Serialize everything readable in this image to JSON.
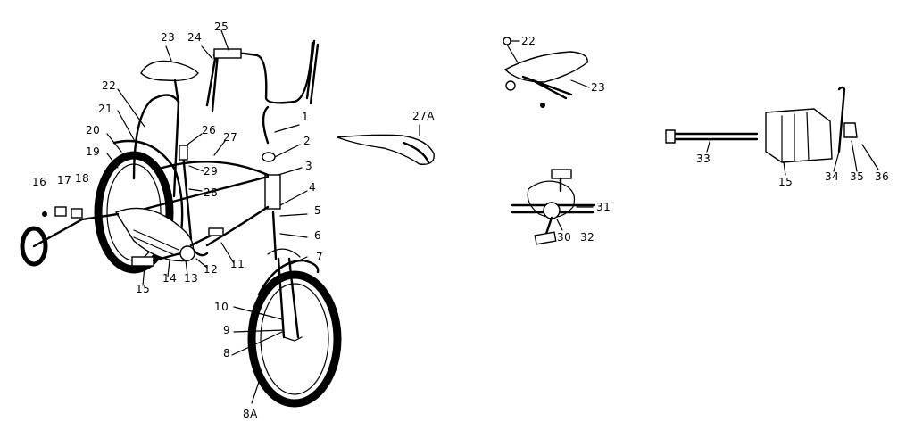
{
  "figure": {
    "colors": {
      "ink": "#000000",
      "paper": "#ffffff"
    },
    "labels": [
      {
        "id": "p1",
        "text": "1"
      },
      {
        "id": "p2",
        "text": "2"
      },
      {
        "id": "p3",
        "text": "3"
      },
      {
        "id": "p4",
        "text": "4"
      },
      {
        "id": "p5",
        "text": "5"
      },
      {
        "id": "p6",
        "text": "6"
      },
      {
        "id": "p7",
        "text": "7"
      },
      {
        "id": "p8",
        "text": "8"
      },
      {
        "id": "p8a",
        "text": "8A"
      },
      {
        "id": "p9",
        "text": "9"
      },
      {
        "id": "p10",
        "text": "10"
      },
      {
        "id": "p11",
        "text": "11"
      },
      {
        "id": "p12",
        "text": "12"
      },
      {
        "id": "p13",
        "text": "13"
      },
      {
        "id": "p14",
        "text": "14"
      },
      {
        "id": "p15",
        "text": "15"
      },
      {
        "id": "p16",
        "text": "16"
      },
      {
        "id": "p17",
        "text": "17"
      },
      {
        "id": "p18",
        "text": "18"
      },
      {
        "id": "p19",
        "text": "19"
      },
      {
        "id": "p20",
        "text": "20"
      },
      {
        "id": "p21",
        "text": "21"
      },
      {
        "id": "p22",
        "text": "22"
      },
      {
        "id": "p23",
        "text": "23"
      },
      {
        "id": "p24",
        "text": "24"
      },
      {
        "id": "p25",
        "text": "25"
      },
      {
        "id": "p26",
        "text": "26"
      },
      {
        "id": "p27",
        "text": "27"
      },
      {
        "id": "p28",
        "text": "28"
      },
      {
        "id": "p29",
        "text": "29"
      },
      {
        "id": "p27a",
        "text": "27A"
      },
      {
        "id": "s22",
        "text": "22"
      },
      {
        "id": "s23",
        "text": "23"
      },
      {
        "id": "c31",
        "text": "31"
      },
      {
        "id": "c30",
        "text": "30"
      },
      {
        "id": "c32",
        "text": "32"
      },
      {
        "id": "d33",
        "text": "33"
      },
      {
        "id": "d15",
        "text": "15"
      },
      {
        "id": "d34",
        "text": "34"
      },
      {
        "id": "d35",
        "text": "35"
      },
      {
        "id": "d36",
        "text": "36"
      }
    ]
  }
}
